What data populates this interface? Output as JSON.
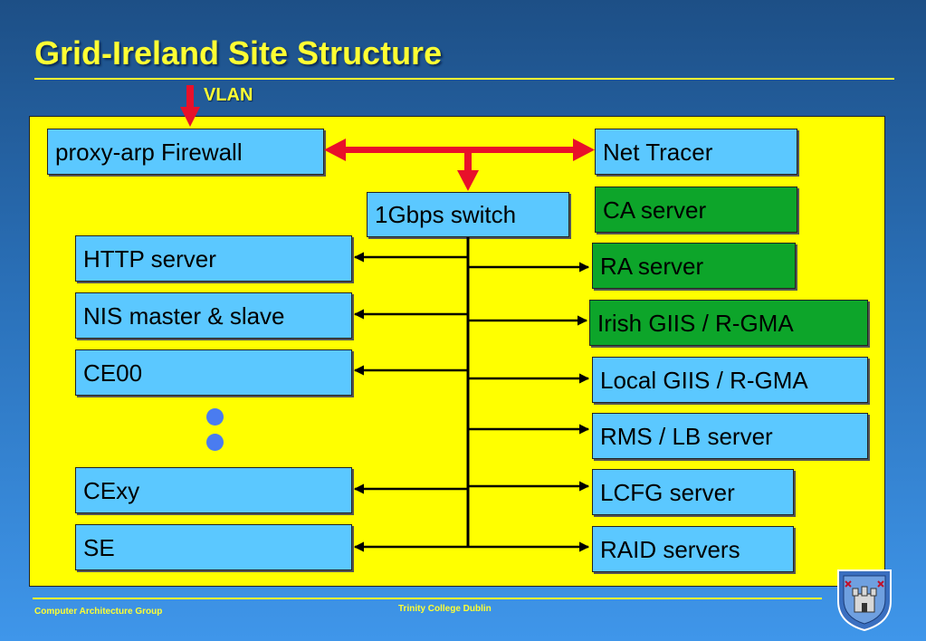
{
  "title": "Grid-Ireland Site Structure",
  "vlan_label": "VLAN",
  "nodes": {
    "firewall": "proxy-arp Firewall",
    "net_tracer": "Net Tracer",
    "switch": "1Gbps switch",
    "ca_server": "CA server",
    "ra_server": "RA server",
    "irish_giis": "Irish GIIS / R-GMA",
    "local_giis": "Local GIIS / R-GMA",
    "rms_lb": "RMS / LB server",
    "lcfg": "LCFG server",
    "raid": "RAID servers",
    "http": "HTTP server",
    "nis": "NIS master & slave",
    "ce00": "CE00",
    "cexy": "CExy",
    "se": "SE"
  },
  "colors": {
    "node_blue": "#5bc8ff",
    "node_green": "#0da52a",
    "panel_yellow": "#ffff00",
    "title_yellow": "#ffff33",
    "arrow_red": "#e8102a"
  },
  "footer": {
    "left": "Computer Architecture Group",
    "center": "Trinity College Dublin"
  },
  "logo": {
    "name": "Trinity College Dublin crest"
  }
}
